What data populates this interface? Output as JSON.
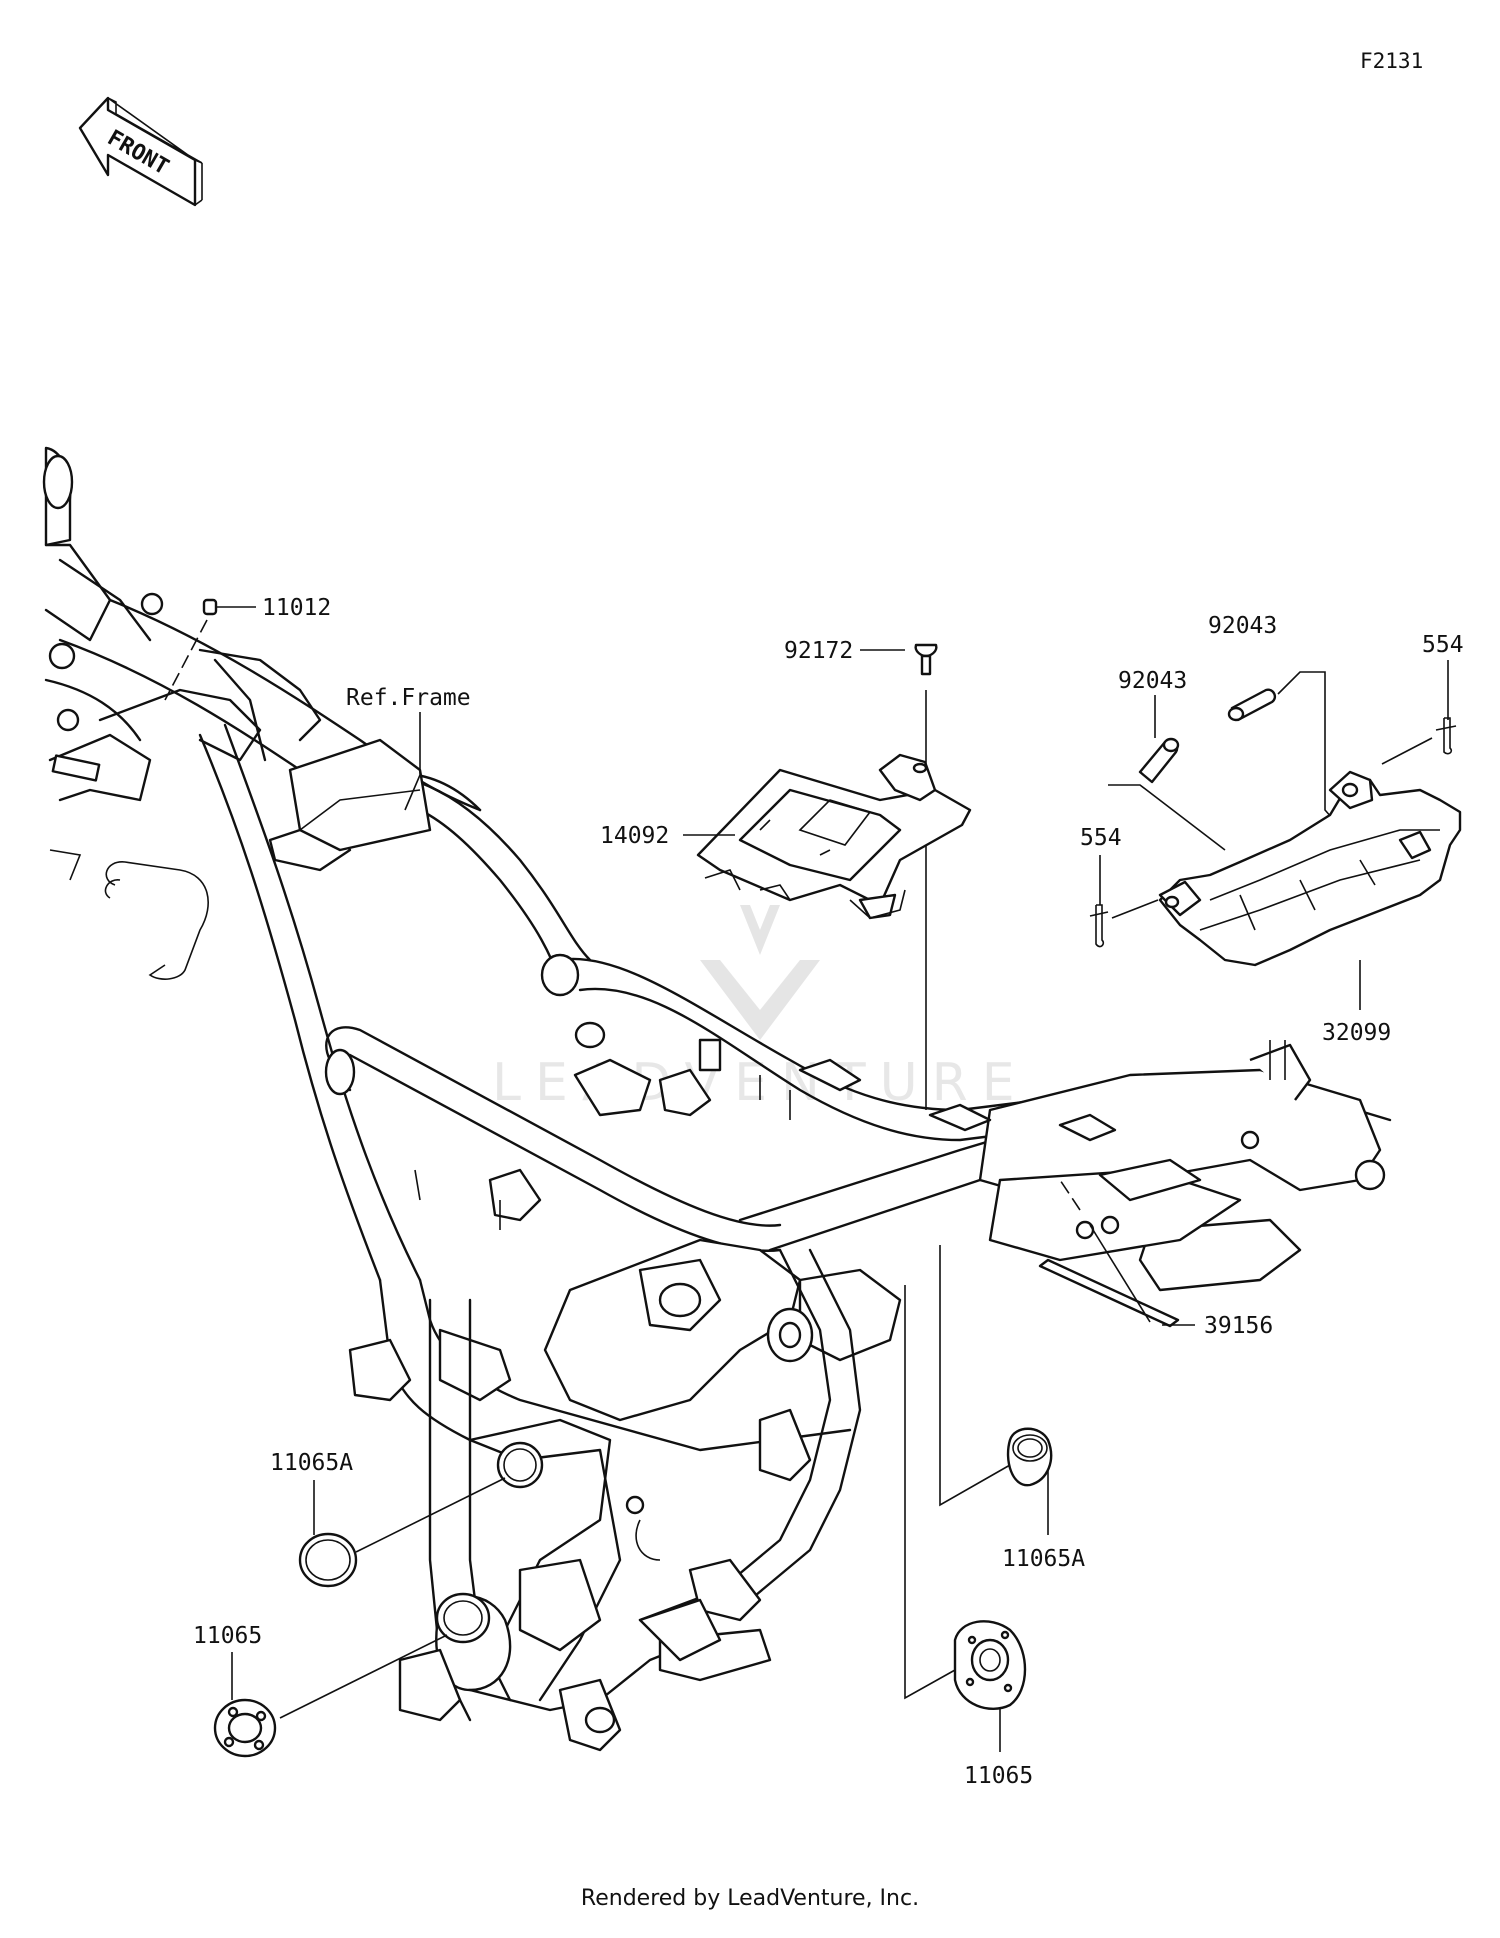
{
  "diagram_code": "F2131",
  "front_label": "FRONT",
  "watermark": "LEADVENTURE",
  "footer": "Rendered by LeadVenture, Inc.",
  "ref_label": "Ref.Frame",
  "callouts": {
    "p11012": "11012",
    "p92172": "92172",
    "p14092": "14092",
    "p92043_a": "92043",
    "p92043_b": "92043",
    "p554_a": "554",
    "p554_b": "554",
    "p32099": "32099",
    "p39156": "39156",
    "p11065A_left": "11065A",
    "p11065_left": "11065",
    "p11065A_right": "11065A",
    "p11065_right": "11065"
  }
}
